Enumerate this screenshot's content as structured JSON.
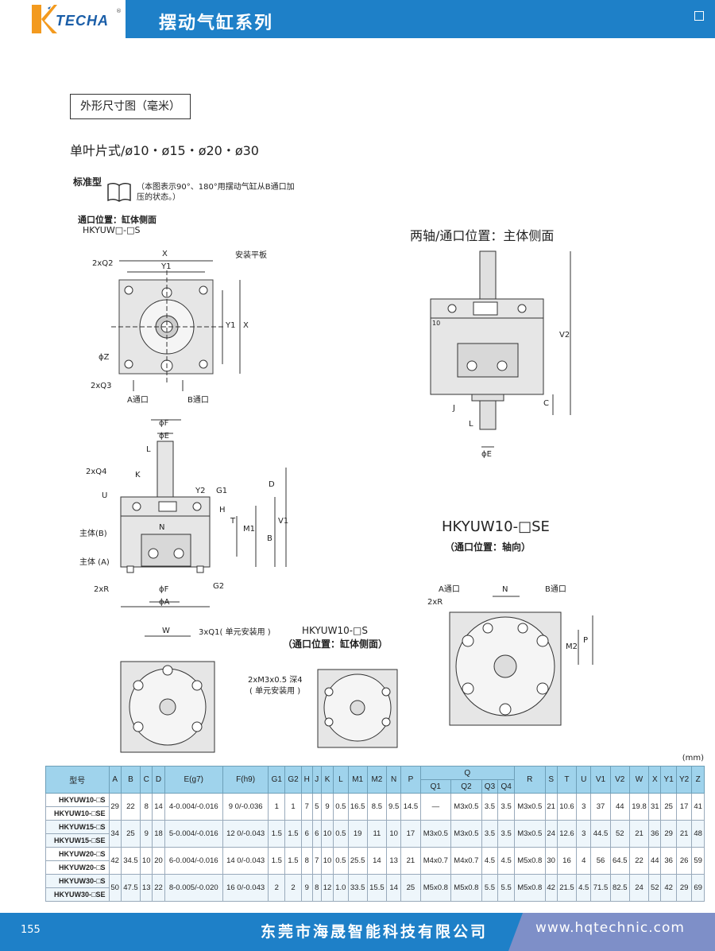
{
  "header": {
    "brand": "TECHA",
    "registered": "®",
    "title": "摆动气缸系列"
  },
  "section": {
    "dim_title": "外形尺寸图（毫米）",
    "series": "单叶片式/ø10・ø15・ø20・ø30",
    "std_label": "标准型",
    "note": "（本图表示90°、180°用摆动气缸从B通口加压的状态。）",
    "port_pos_label": "通口位置：缸体侧面",
    "model_s": "HKYUW□-□S",
    "two_axis": "两轴/通口位置：主体侧面",
    "model_se": "HKYUW10-□SE",
    "port_axial": "（通口位置：轴向）",
    "model_10s": "HKYUW10-□S",
    "port_side": "（通口位置：缸体侧面）"
  },
  "labels": {
    "x": "X",
    "y1": "Y1",
    "y2": "Y2",
    "mount_plate": "安装平板",
    "two_q2": "2xQ2",
    "two_q3": "2xQ3",
    "phi_z": "ϕZ",
    "a_port": "A通口",
    "b_port": "B通口",
    "phi_f": "ϕF",
    "phi_e": "ϕE",
    "l": "L",
    "k": "K",
    "two_q4": "2xQ4",
    "u": "U",
    "g1": "G1",
    "h": "H",
    "t": "T",
    "m1": "M1",
    "b": "B",
    "v1": "V1",
    "d": "D",
    "main_b": "主体(B)",
    "main_a": "主体 (A)",
    "n": "N",
    "two_r": "2xR",
    "g2": "G2",
    "phi_a": "ϕA",
    "v2": "V2",
    "c": "C",
    "j": "J",
    "ten": "10",
    "w": "W",
    "three_q1": "3xQ1( 单元安装用 )",
    "m3_depth": "2xM3x0.5 深4",
    "unit_mount": "( 单元安装用 )",
    "m2": "M2",
    "p": "P"
  },
  "table": {
    "unit": "(mm)",
    "headers": [
      "型号",
      "A",
      "B",
      "C",
      "D",
      "E(g7)",
      "F(h9)",
      "G1",
      "G2",
      "H",
      "J",
      "K",
      "L",
      "M1",
      "M2",
      "N",
      "P",
      "Q",
      "R",
      "S",
      "T",
      "U",
      "V1",
      "V2",
      "W",
      "X",
      "Y1",
      "Y2",
      "Z"
    ],
    "q_sub": [
      "Q1",
      "Q2",
      "Q3",
      "Q4"
    ],
    "groups": [
      {
        "models": [
          "HKYUW10-□S",
          "HKYUW10-□SE"
        ],
        "values": [
          "29",
          "22",
          "8",
          "14",
          "4-0.004/-0.016",
          "9 0/-0.036",
          "1",
          "1",
          "7",
          "5",
          "9",
          "0.5",
          "16.5",
          "8.5",
          "9.5",
          "14.5",
          "—",
          "M3x0.5",
          "3.5",
          "3.5",
          "M3x0.5",
          "21",
          "10.6",
          "3",
          "37",
          "44",
          "19.8",
          "31",
          "25",
          "17",
          "41"
        ]
      },
      {
        "models": [
          "HKYUW15-□S",
          "HKYUW15-□SE"
        ],
        "values": [
          "34",
          "25",
          "9",
          "18",
          "5-0.004/-0.016",
          "12 0/-0.043",
          "1.5",
          "1.5",
          "6",
          "6",
          "10",
          "0.5",
          "19",
          "11",
          "10",
          "17",
          "M3x0.5",
          "M3x0.5",
          "3.5",
          "3.5",
          "M3x0.5",
          "24",
          "12.6",
          "3",
          "44.5",
          "52",
          "21",
          "36",
          "29",
          "21",
          "48"
        ]
      },
      {
        "models": [
          "HKYUW20-□S",
          "HKYUW20-□S"
        ],
        "values": [
          "42",
          "34.5",
          "10",
          "20",
          "6-0.004/-0.016",
          "14 0/-0.043",
          "1.5",
          "1.5",
          "8",
          "7",
          "10",
          "0.5",
          "25.5",
          "14",
          "13",
          "21",
          "M4x0.7",
          "M4x0.7",
          "4.5",
          "4.5",
          "M5x0.8",
          "30",
          "16",
          "4",
          "56",
          "64.5",
          "22",
          "44",
          "36",
          "26",
          "59"
        ]
      },
      {
        "models": [
          "HKYUW30-□S",
          "HKYUW30-□SE"
        ],
        "values": [
          "50",
          "47.5",
          "13",
          "22",
          "8-0.005/-0.020",
          "16 0/-0.043",
          "2",
          "2",
          "9",
          "8",
          "12",
          "1.0",
          "33.5",
          "15.5",
          "14",
          "25",
          "M5x0.8",
          "M5x0.8",
          "5.5",
          "5.5",
          "M5x0.8",
          "42",
          "21.5",
          "4.5",
          "71.5",
          "82.5",
          "24",
          "52",
          "42",
          "29",
          "69"
        ]
      }
    ]
  },
  "footer": {
    "page": "155",
    "company": "东莞市海晟智能科技有限公司",
    "website": "www.hqtechnic.com"
  },
  "colors": {
    "brand_blue": "#1e80c8",
    "footer_purple": "#7e8fc8",
    "table_header": "#9fd3ec"
  }
}
